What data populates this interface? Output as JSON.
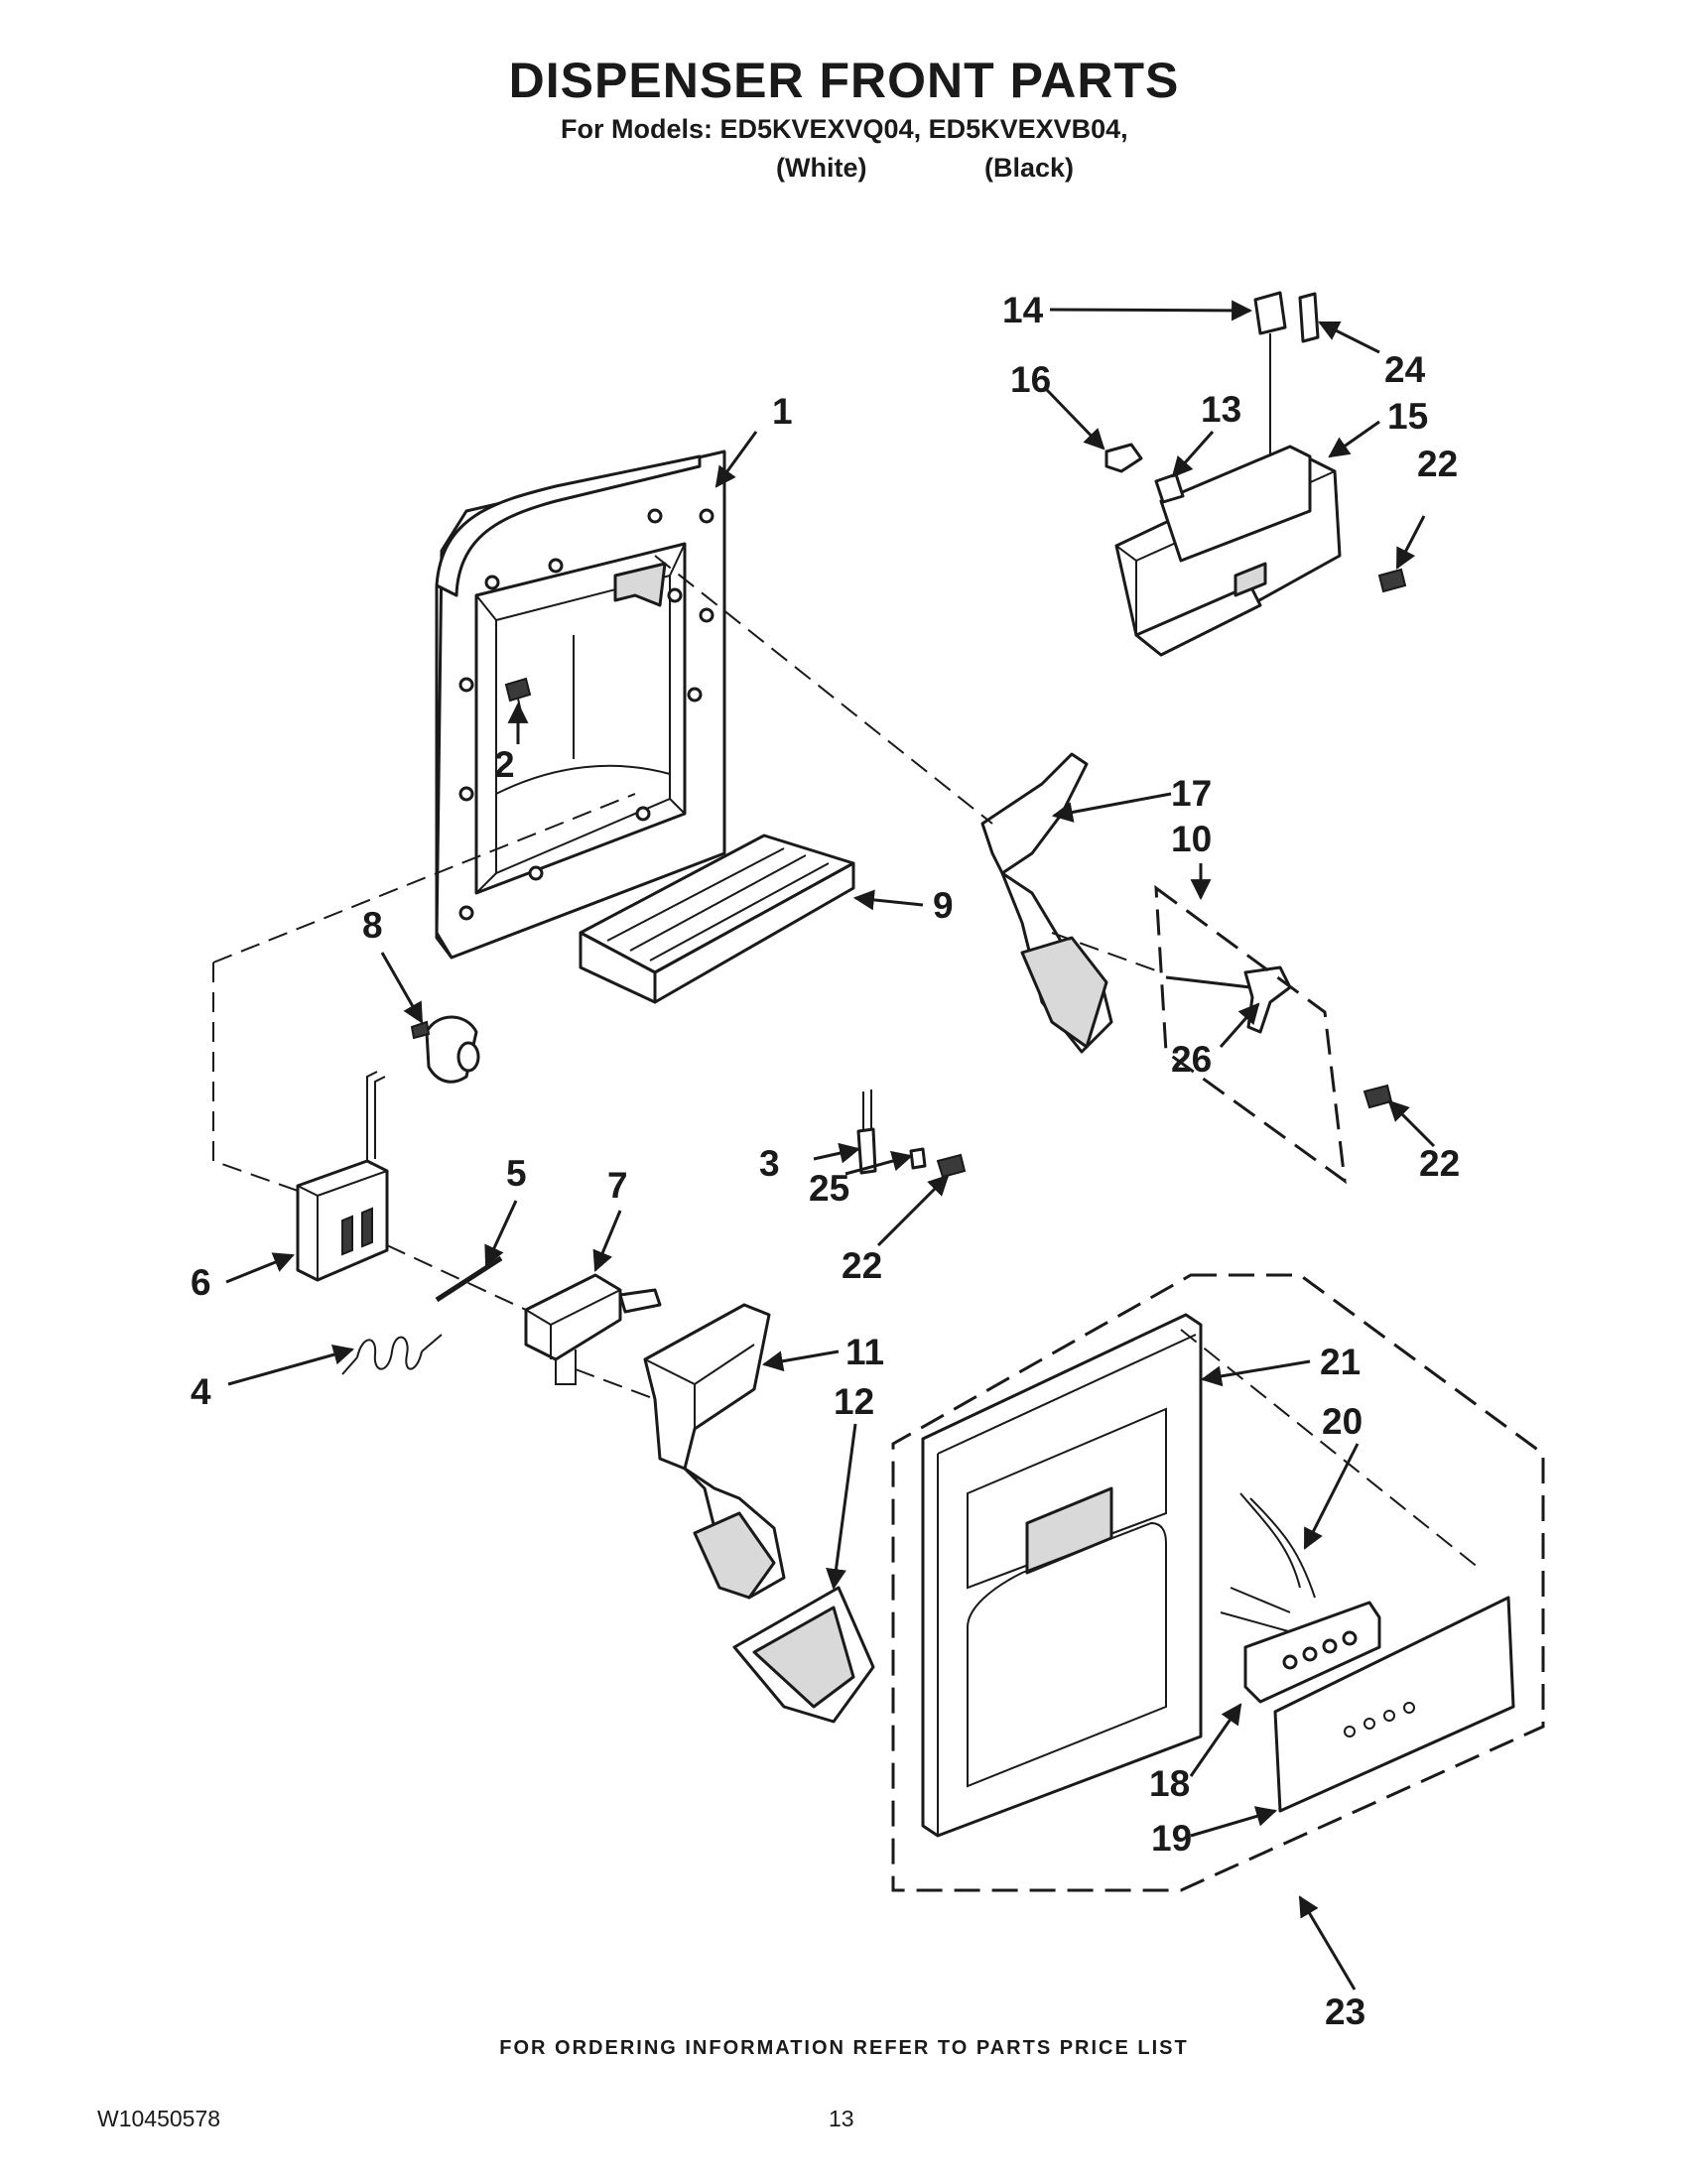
{
  "header": {
    "title": "DISPENSER FRONT PARTS",
    "models_line": "For Models: ED5KVEXVQ04, ED5KVEXVB04,",
    "variant_white": "(White)",
    "variant_black": "(Black)"
  },
  "callouts": {
    "c1": "1",
    "c2": "2",
    "c3": "3",
    "c4": "4",
    "c5": "5",
    "c6": "6",
    "c7": "7",
    "c8": "8",
    "c9": "9",
    "c10": "10",
    "c11": "11",
    "c12": "12",
    "c13": "13",
    "c14": "14",
    "c15": "15",
    "c16": "16",
    "c17": "17",
    "c18": "18",
    "c19": "19",
    "c20": "20",
    "c21": "21",
    "c22a": "22",
    "c22b": "22",
    "c22c": "22",
    "c23": "23",
    "c24": "24",
    "c25": "25",
    "c26": "26"
  },
  "footer": {
    "ordering_note": "FOR ORDERING INFORMATION REFER TO PARTS PRICE LIST",
    "document_number": "W10450578",
    "page_number": "13"
  },
  "icons": {
    "arrow": "arrowhead-icon"
  }
}
